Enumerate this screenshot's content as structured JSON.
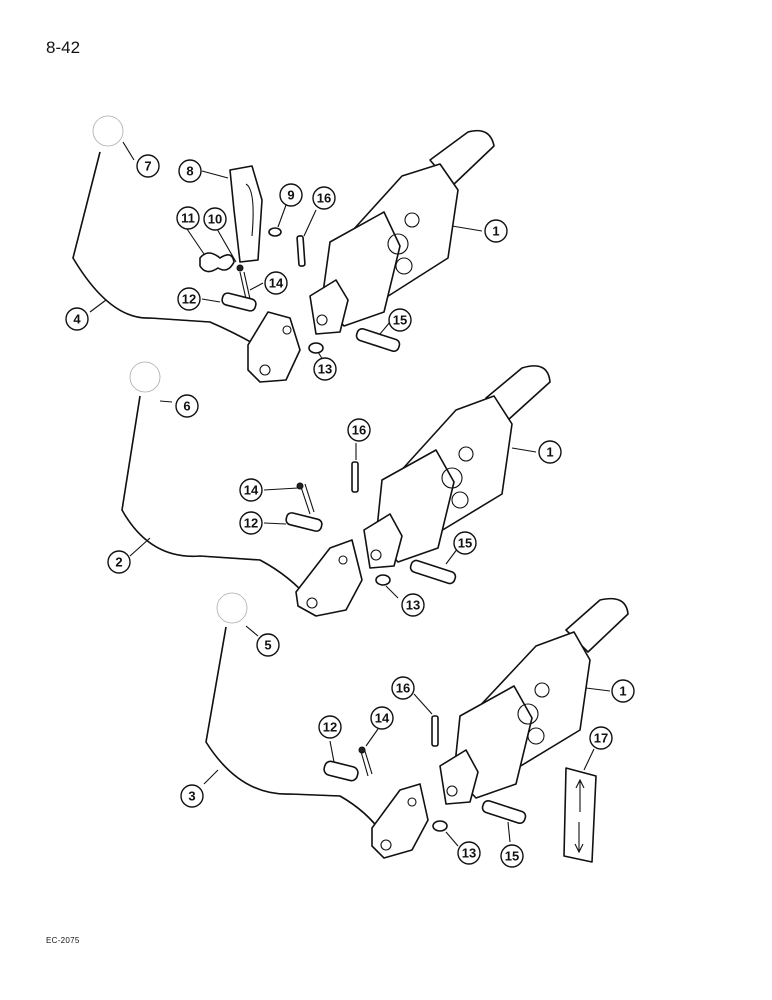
{
  "page_number": "8-42",
  "footer_code": "EC-2075",
  "callouts": [
    {
      "label": "7",
      "name": "callout-7-top-knob"
    },
    {
      "label": "8",
      "name": "callout-8-plate"
    },
    {
      "label": "9",
      "name": "callout-9-washer"
    },
    {
      "label": "16",
      "name": "callout-16-top-spring-pin"
    },
    {
      "label": "11",
      "name": "callout-11-wing-nut"
    },
    {
      "label": "10",
      "name": "callout-10-washer"
    },
    {
      "label": "1",
      "name": "callout-1-top-valve"
    },
    {
      "label": "14",
      "name": "callout-14-top-cotter-pin"
    },
    {
      "label": "12",
      "name": "callout-12-top-clevis-pin"
    },
    {
      "label": "4",
      "name": "callout-4-top-lever"
    },
    {
      "label": "15",
      "name": "callout-15-top-pin"
    },
    {
      "label": "13",
      "name": "callout-13-top-washer"
    },
    {
      "label": "6",
      "name": "callout-6-middle-knob"
    },
    {
      "label": "16",
      "name": "callout-16-middle-spring-pin"
    },
    {
      "label": "1",
      "name": "callout-1-middle-valve"
    },
    {
      "label": "14",
      "name": "callout-14-middle-cotter-pin"
    },
    {
      "label": "12",
      "name": "callout-12-middle-clevis-pin"
    },
    {
      "label": "15",
      "name": "callout-15-middle-pin"
    },
    {
      "label": "2",
      "name": "callout-2-middle-lever"
    },
    {
      "label": "13",
      "name": "callout-13-middle-washer"
    },
    {
      "label": "5",
      "name": "callout-5-bottom-knob"
    },
    {
      "label": "1",
      "name": "callout-1-bottom-valve"
    },
    {
      "label": "16",
      "name": "callout-16-bottom-spring-pin"
    },
    {
      "label": "12",
      "name": "callout-12-bottom-clevis-pin"
    },
    {
      "label": "14",
      "name": "callout-14-bottom-cotter-pin"
    },
    {
      "label": "17",
      "name": "callout-17-decal"
    },
    {
      "label": "3",
      "name": "callout-3-bottom-lever"
    },
    {
      "label": "13",
      "name": "callout-13-bottom-washer"
    },
    {
      "label": "15",
      "name": "callout-15-bottom-pin"
    }
  ]
}
